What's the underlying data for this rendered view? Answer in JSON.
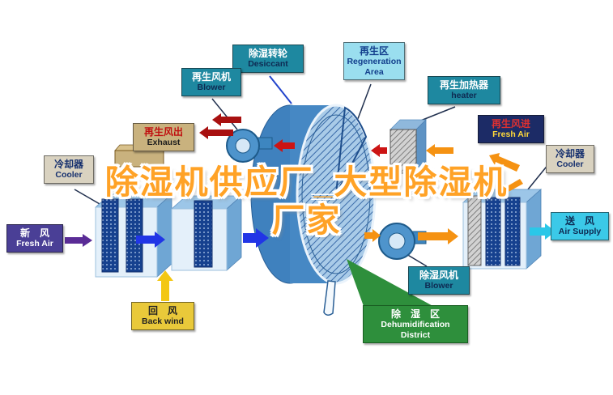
{
  "title": {
    "line1": "除湿机供应厂_大型除湿机",
    "line2": "厂家"
  },
  "labels": {
    "desiccant": {
      "zh": "除湿转轮",
      "en": "Desiccant"
    },
    "regeneration_area": {
      "zh": "再生区",
      "en": "Regeneration Area"
    },
    "regen_blower": {
      "zh": "再生风机",
      "en": "Blower"
    },
    "regen_heater": {
      "zh": "再生加热器",
      "en": "heater"
    },
    "exhaust": {
      "zh": "再生风出",
      "en": "Exhaust"
    },
    "regen_fresh_air": {
      "zh": "再生风进",
      "en": "Fresh Air"
    },
    "cooler_left": {
      "zh": "冷却器",
      "en": "Cooler"
    },
    "cooler_right": {
      "zh": "冷却器",
      "en": "Cooler"
    },
    "fresh_air_in": {
      "zh": "新　风",
      "en": "Fresh Air"
    },
    "air_supply": {
      "zh": "送　风",
      "en": "Air Supply"
    },
    "back_wind": {
      "zh": "回　风",
      "en": "Back wind"
    },
    "dehum_blower": {
      "zh": "除湿风机",
      "en": "Blower"
    },
    "dehum_district": {
      "zh": "除　湿　区",
      "en_line1": "Dehumidification",
      "en_line2": "District"
    }
  },
  "colors": {
    "title_orange": "#FFA226",
    "teal_label_bg": "#1E88A0",
    "cyan_label_bg": "#9ADEEF",
    "tan_label_bg": "#C9B27E",
    "navy_label_bg": "#1C2B66",
    "gray_label_bg": "#D9D2C0",
    "purple_label_bg": "#4A3F96",
    "aqua_label_bg": "#3BC9E8",
    "yellow_label_bg": "#E9C93A",
    "green_label_bg": "#2E8F3C",
    "wheel_blue": "#4688C4",
    "arrow_red": "#CC1414",
    "arrow_dark_red": "#A81010",
    "arrow_orange": "#F59212",
    "arrow_blue": "#2135E6",
    "arrow_yellow": "#F3C713",
    "arrow_purple": "#5A2C96",
    "arrow_cyan": "#2BC7E8"
  }
}
